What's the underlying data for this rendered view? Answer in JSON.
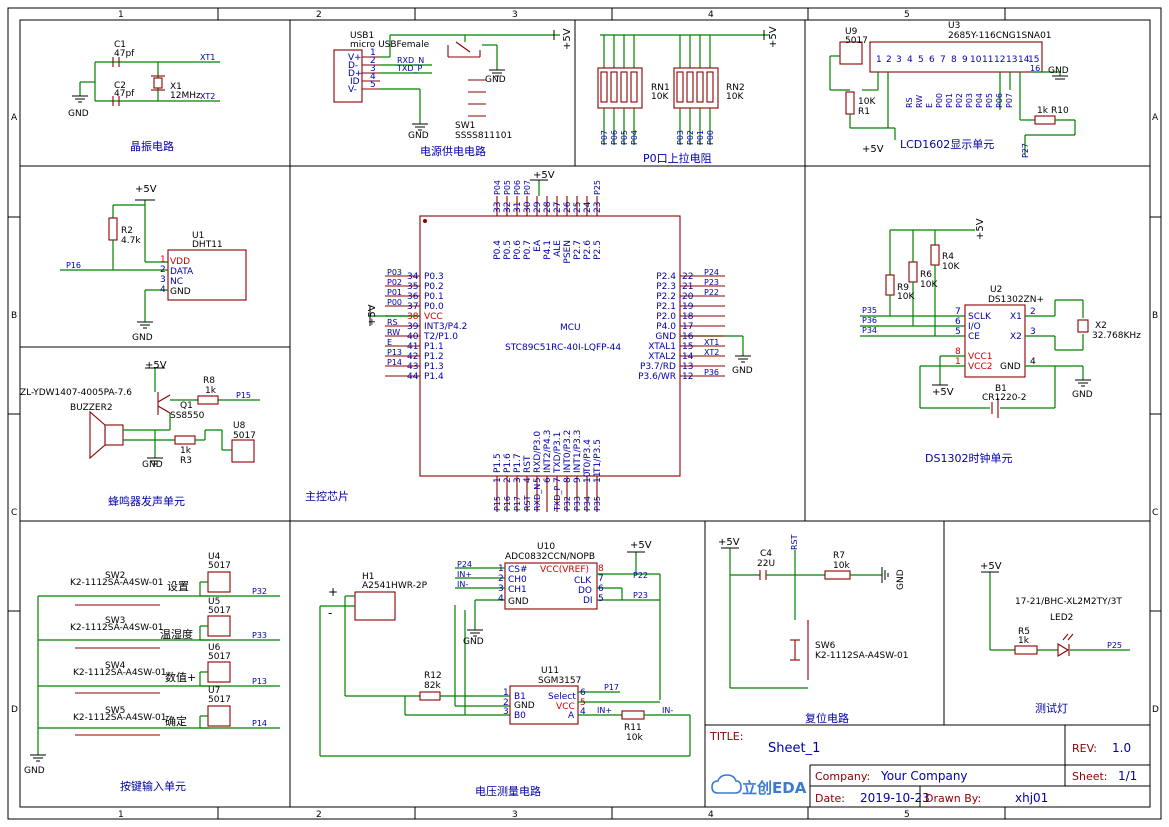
{
  "frame": {
    "cols": [
      "1",
      "2",
      "3",
      "4",
      "5"
    ],
    "rows": [
      "A",
      "B",
      "C",
      "D"
    ]
  },
  "sections": {
    "crystal": "晶振电路",
    "power": "电源供电电路",
    "p0_pullup": "P0口上拉电阻",
    "lcd": "LCD1602显示单元",
    "mcu_title": "主控芯片",
    "rtc": "DS1302时钟单元",
    "buzzer": "蜂鸣器发声单元",
    "keys": "按键输入单元",
    "voltage": "电压测量电路",
    "reset": "复位电路",
    "testlamp": "测试灯"
  },
  "labels": {
    "gnd": "GND",
    "v5": "+5V",
    "c1": "C1",
    "c1v": "47pf",
    "c2": "C2",
    "c2v": "47pf",
    "x1": "X1",
    "x1v": "12MHz",
    "xt1": "XT1",
    "xt2": "XT2",
    "usb1": "USB1",
    "usb1v": "micro USBFemale",
    "usb_pins": [
      "V+",
      "D-",
      "D+",
      "ID",
      "V-"
    ],
    "usb_nums": [
      "1",
      "2",
      "3",
      "4",
      "5"
    ],
    "rxd_n": "RXD_N",
    "txd_p": "TXD_P",
    "sw1": "SW1",
    "sw1v": "SSSS811101",
    "rn1": "RN1",
    "rn1v": "10K",
    "rn2": "RN2",
    "rn2v": "10K",
    "rn1_nets": [
      "P07",
      "P06",
      "P05",
      "P04"
    ],
    "rn2_nets": [
      "P03",
      "P02",
      "P01",
      "P00"
    ],
    "u9": "U9",
    "u9v": "5017",
    "u3": "U3",
    "u3v": "2685Y-116CNG1SNA01",
    "lcd_nums": [
      "1",
      "2",
      "3",
      "4",
      "5",
      "6",
      "7",
      "8",
      "9",
      "10",
      "11",
      "12",
      "13",
      "14",
      "15",
      "16"
    ],
    "lcd_nets": [
      "RS",
      "RW",
      "E",
      "P00",
      "P01",
      "P02",
      "P03",
      "P04",
      "P05",
      "P06",
      "P07"
    ],
    "r1": "R1",
    "r1v": "10K",
    "r10": "R10",
    "r10v": "1k",
    "p27": "P27",
    "r2": "R2",
    "r2v": "4.7k",
    "u1": "U1",
    "u1v": "DHT11",
    "dht_pins": [
      "VDD",
      "DATA",
      "NC",
      "GND"
    ],
    "dht_nums": [
      "1",
      "2",
      "3",
      "4"
    ],
    "p16": "P16",
    "mcu_name": "MCU",
    "mcu_part": "STC89C51RC-40I-LQFP-44",
    "mcu_top_names": [
      "P0.4",
      "P0.5",
      "P0.6",
      "P0.7",
      "EA",
      "P4.1",
      "ALE",
      "PSEN",
      "P2.7",
      "P2.6",
      "P2.5"
    ],
    "mcu_top_nums": [
      "33",
      "32",
      "31",
      "30",
      "29",
      "28",
      "27",
      "26",
      "25",
      "24",
      "23"
    ],
    "mcu_top_nets": [
      "P04",
      "P05",
      "P06",
      "P07",
      "",
      "",
      "",
      "",
      "",
      "",
      "P25"
    ],
    "mcu_left_names": [
      "P0.3",
      "P0.2",
      "P0.1",
      "P0.0",
      "VCC",
      "INT3/P4.2",
      "T2/P1.0",
      "P1.1",
      "P1.2",
      "P1.3",
      "P1.4"
    ],
    "mcu_left_nums": [
      "34",
      "35",
      "36",
      "37",
      "38",
      "39",
      "40",
      "41",
      "42",
      "43",
      "44"
    ],
    "mcu_left_nets": [
      "P03",
      "P02",
      "P01",
      "P00",
      "",
      "RS",
      "RW",
      "E",
      "P13",
      "P14",
      ""
    ],
    "mcu_right_names": [
      "P2.4",
      "P2.3",
      "P2.2",
      "P2.1",
      "P2.0",
      "P4.0",
      "GND",
      "XTAL1",
      "XTAL2",
      "P3.7/RD",
      "P3.6/WR"
    ],
    "mcu_right_nums": [
      "22",
      "21",
      "20",
      "19",
      "18",
      "17",
      "16",
      "15",
      "14",
      "13",
      "12"
    ],
    "mcu_right_nets": [
      "P24",
      "P23",
      "P22",
      "",
      "",
      "",
      "",
      "XT1",
      "XT2",
      "",
      "P36"
    ],
    "mcu_bot_names": [
      "P1.5",
      "P1.6",
      "P1.7",
      "RST",
      "RXD/P3.0",
      "INT2/P4.3",
      "TXD/P3.1",
      "INT0/P3.2",
      "INT1/P3.3",
      "T0/P3.4",
      "T1/P3.5"
    ],
    "mcu_bot_nums": [
      "1",
      "2",
      "3",
      "4",
      "5",
      "6",
      "7",
      "8",
      "9",
      "10",
      "11"
    ],
    "mcu_bot_nets": [
      "P15",
      "P16",
      "P17",
      "RST",
      "RXD_N",
      "",
      "TXD_P",
      "P32",
      "P33",
      "P34",
      "P35"
    ],
    "r4": "R4",
    "r4v": "10K",
    "r6": "R6",
    "r6v": "10K",
    "r9": "R9",
    "r9v": "10K",
    "u2": "U2",
    "u2v": "DS1302ZN+",
    "ds_left": [
      "SCLK",
      "I/O",
      "CE"
    ],
    "ds_left_nums": [
      "7",
      "6",
      "5"
    ],
    "ds_right": [
      "X1",
      "X2"
    ],
    "ds_right_nums": [
      "2",
      "3"
    ],
    "ds_vcc": [
      "VCC1",
      "VCC2"
    ],
    "ds_vcc_nums": [
      "8",
      "1"
    ],
    "ds_gnd": "GND",
    "ds_gnd_num": "4",
    "p35": "P35",
    "p36": "P36",
    "p34": "P34",
    "x2": "X2",
    "x2v": "32.768KHz",
    "b1": "B1",
    "b1v": "CR1220-2",
    "buzzer_part": "ZL-YDW1407-4005PA-7.6",
    "buzzer_ref": "BUZZER2",
    "r8": "R8",
    "r8v": "1k",
    "p15": "P15",
    "q1": "Q1",
    "q1v": "SS8550",
    "r3": "R3",
    "r3v": "1k",
    "u8": "U8",
    "u8v": "5017",
    "sw2": "SW2",
    "sw3": "SW3",
    "sw4": "SW4",
    "sw5": "SW5",
    "sw_part": "K2-1112SA-A4SW-01",
    "k_set": "设置",
    "k_th": "温湿度",
    "k_val": "数值+",
    "k_ok": "确定",
    "u4": "U4",
    "u5": "U5",
    "u6": "U6",
    "u7": "U7",
    "v5017": "5017",
    "p32": "P32",
    "p33": "P33",
    "p13": "P13",
    "p14": "P14",
    "h1": "H1",
    "h1v": "A2541HWR-2P",
    "plus": "+",
    "minus": "-",
    "u10": "U10",
    "u10v": "ADC0832CCN/NOPB",
    "adc_left": [
      "CS#",
      "CH0",
      "CH1",
      "GND"
    ],
    "adc_right": [
      "VCC(VREF)",
      "CLK",
      "DO",
      "DI"
    ],
    "adc_lnums": [
      "1",
      "2",
      "3",
      "4"
    ],
    "adc_rnums": [
      "8",
      "7",
      "6",
      "5"
    ],
    "p24": "P24",
    "in_p": "IN+",
    "in_n": "IN-",
    "p22": "P22",
    "p23": "P23",
    "r12": "R12",
    "r12v": "82k",
    "u11": "U11",
    "u11v": "SGM3157",
    "sgm_left": [
      "B1",
      "GND",
      "B0"
    ],
    "sgm_right": [
      "Select",
      "VCC",
      "A"
    ],
    "sgm_lnums": [
      "1",
      "2",
      "3"
    ],
    "sgm_rnums": [
      "6",
      "5",
      "4"
    ],
    "p17": "P17",
    "r11": "R11",
    "r11v": "10k",
    "rst": "RST",
    "c4": "C4",
    "c4v": "22U",
    "r7": "R7",
    "r7v": "10k",
    "sw6": "SW6",
    "sw6v": "K2-1112SA-A4SW-01",
    "led_part": "17-21/BHC-XL2M2TY/3T",
    "r5": "R5",
    "r5v": "1k",
    "led2": "LED2",
    "p25": "P25"
  },
  "title_block": {
    "title_label": "TITLE:",
    "title": "Sheet_1",
    "rev_label": "REV:",
    "rev": "1.0",
    "company_label": "Company:",
    "company": "Your Company",
    "sheet_label": "Sheet:",
    "sheet": "1/1",
    "date_label": "Date:",
    "date": "2019-10-23",
    "drawn_label": "Drawn By:",
    "drawn": "xhj01",
    "logo": "立创EDA"
  }
}
